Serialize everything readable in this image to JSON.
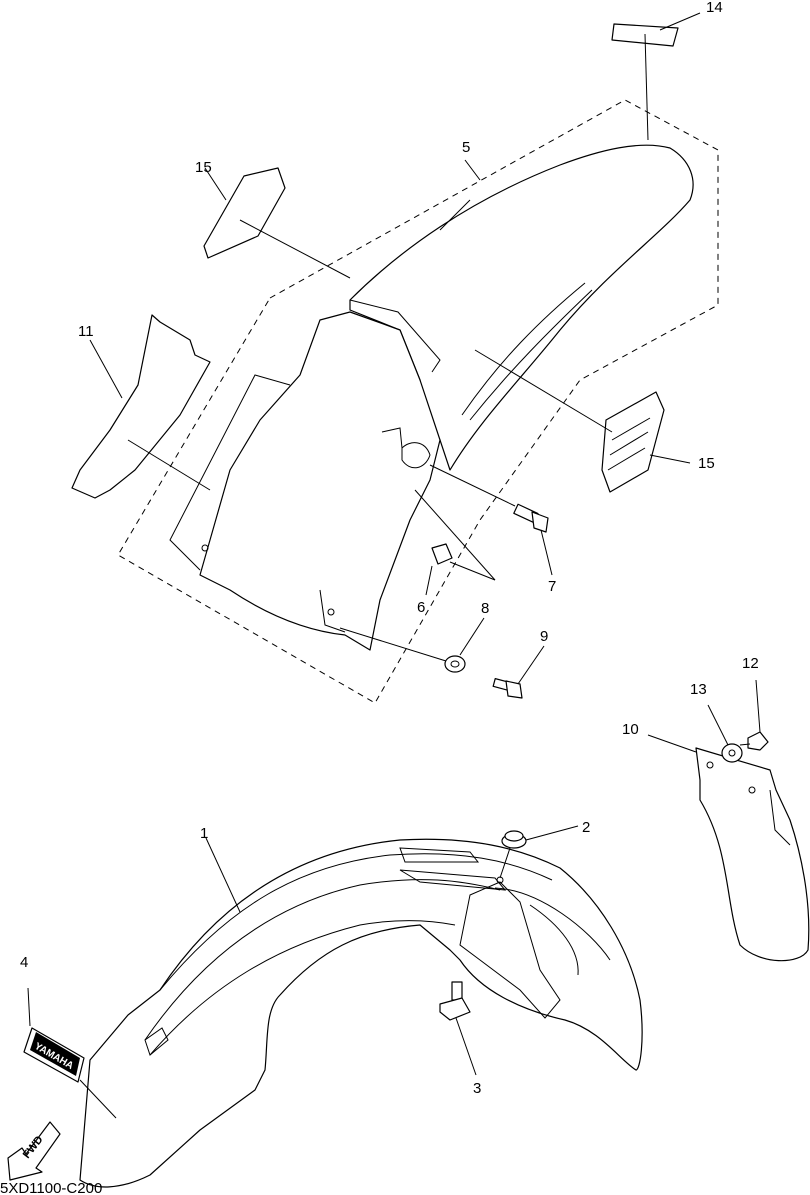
{
  "diagram_code": "5XD1100-C200",
  "fwd_arrow_text": "FWD",
  "decal_text": "YAMAHA",
  "callouts": {
    "c1": "1",
    "c2": "2",
    "c3": "3",
    "c4": "4",
    "c5": "5",
    "c6": "6",
    "c7": "7",
    "c8": "8",
    "c9": "9",
    "c10": "10",
    "c11": "11",
    "c12": "12",
    "c13": "13",
    "c14": "14",
    "c15a": "15",
    "c15b": "15"
  }
}
